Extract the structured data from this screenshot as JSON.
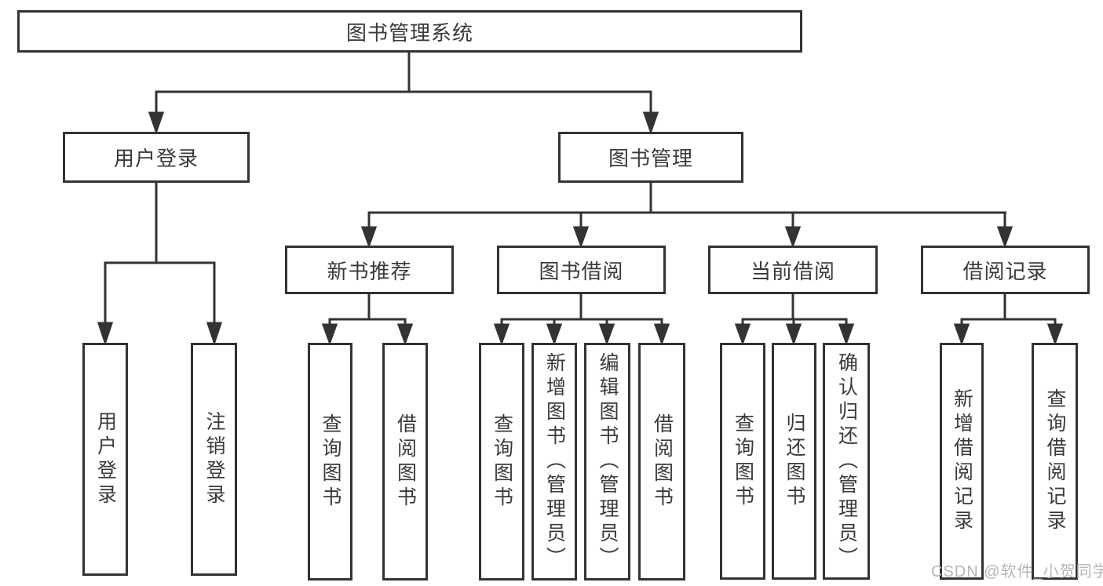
{
  "diagram_title": "图书管理系统",
  "tree": {
    "label": "图书管理系统",
    "children": [
      {
        "label": "用户登录",
        "children": [
          {
            "label": "用户登录"
          },
          {
            "label": "注销登录"
          }
        ]
      },
      {
        "label": "图书管理",
        "children": [
          {
            "label": "新书推荐",
            "children": [
              {
                "label": "查询图书"
              },
              {
                "label": "借阅图书"
              }
            ]
          },
          {
            "label": "图书借阅",
            "children": [
              {
                "label": "查询图书"
              },
              {
                "label": "新增图书（管理员）"
              },
              {
                "label": "编辑图书（管理员）"
              },
              {
                "label": "借阅图书"
              }
            ]
          },
          {
            "label": "当前借阅",
            "children": [
              {
                "label": "查询图书"
              },
              {
                "label": "归还图书"
              },
              {
                "label": "确认归还（管理员）"
              }
            ]
          },
          {
            "label": "借阅记录",
            "children": [
              {
                "label": "新增借阅记录"
              },
              {
                "label": "查询借阅记录"
              }
            ]
          }
        ]
      }
    ]
  },
  "watermark": {
    "text": "CSDN @软件_小贺同学"
  },
  "colors": {
    "line": "#333333",
    "box_border": "#333333",
    "text": "#3a3a3a",
    "watermark": "#b4b7b9",
    "background": "#ffffff"
  }
}
